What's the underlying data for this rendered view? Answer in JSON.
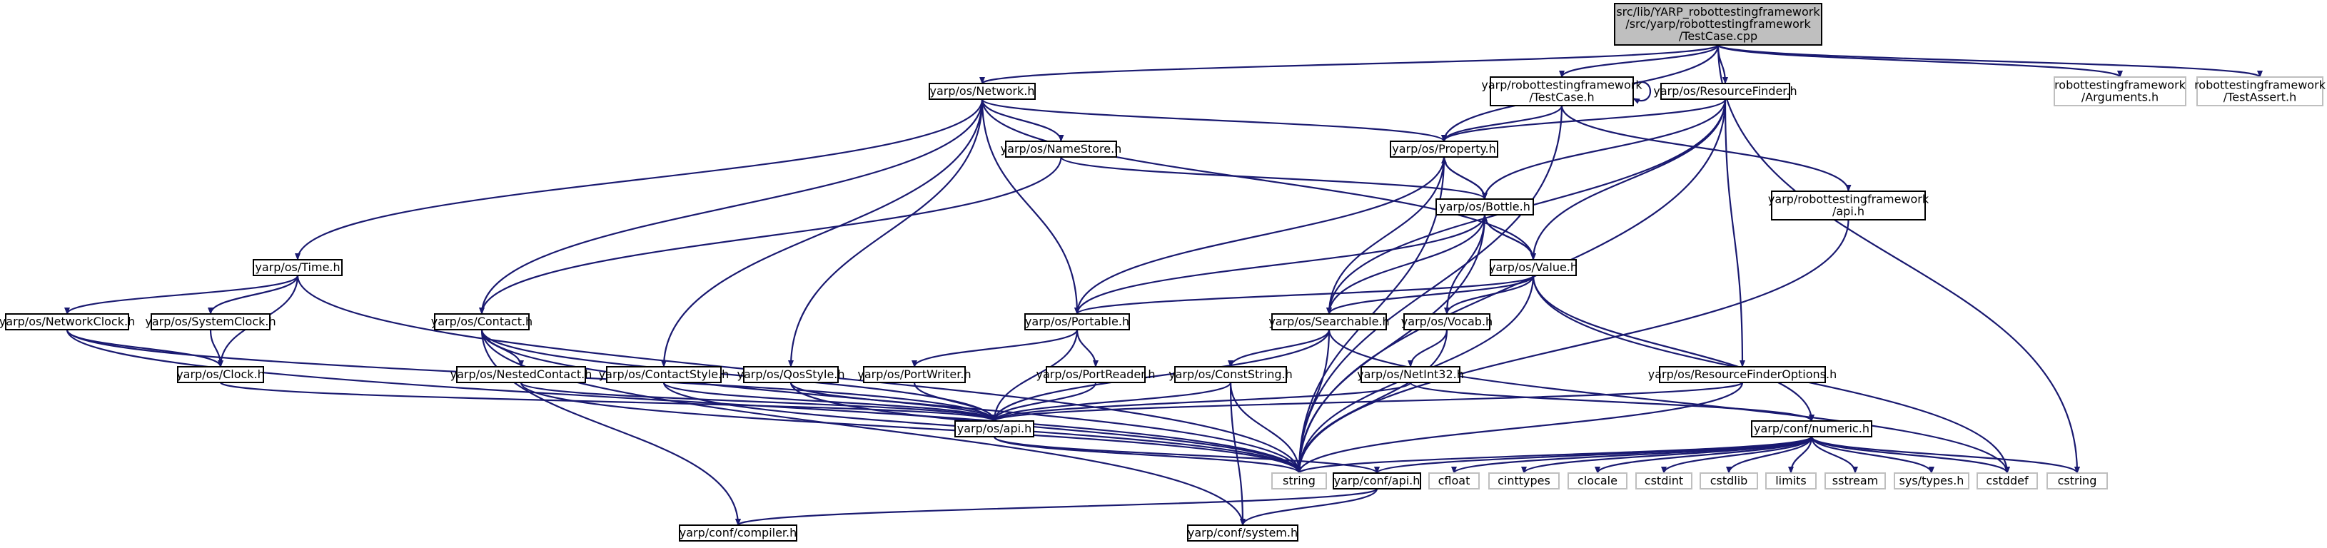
{
  "colors": {
    "edge": "#191970",
    "node_fill": "#ffffff",
    "node_border": "#000000",
    "external_border": "#bfbfbf",
    "root_fill": "#bfbfbf",
    "external_text": "#404040"
  },
  "nodes": [
    {
      "id": "root",
      "lines": [
        "src/lib/YARP_robottestingframework",
        "/src/yarp/robottestingframework",
        "/TestCase.cpp"
      ],
      "kind": "root"
    },
    {
      "id": "network",
      "lines": [
        "yarp/os/Network.h"
      ],
      "kind": "normal"
    },
    {
      "id": "rtf_testcase",
      "lines": [
        "yarp/robottestingframework",
        "/TestCase.h"
      ],
      "kind": "normal"
    },
    {
      "id": "resfinder",
      "lines": [
        "yarp/os/ResourceFinder.h"
      ],
      "kind": "normal"
    },
    {
      "id": "rtf_arguments",
      "lines": [
        "robottestingframework",
        "/Arguments.h"
      ],
      "kind": "external"
    },
    {
      "id": "rtf_testassert",
      "lines": [
        "robottestingframework",
        "/TestAssert.h"
      ],
      "kind": "external"
    },
    {
      "id": "namestore",
      "lines": [
        "yarp/os/NameStore.h"
      ],
      "kind": "normal"
    },
    {
      "id": "property",
      "lines": [
        "yarp/os/Property.h"
      ],
      "kind": "normal"
    },
    {
      "id": "bottle",
      "lines": [
        "yarp/os/Bottle.h"
      ],
      "kind": "normal"
    },
    {
      "id": "rtf_api",
      "lines": [
        "yarp/robottestingframework",
        "/api.h"
      ],
      "kind": "normal"
    },
    {
      "id": "time",
      "lines": [
        "yarp/os/Time.h"
      ],
      "kind": "normal"
    },
    {
      "id": "value",
      "lines": [
        "yarp/os/Value.h"
      ],
      "kind": "normal"
    },
    {
      "id": "networkclock",
      "lines": [
        "yarp/os/NetworkClock.h"
      ],
      "kind": "normal"
    },
    {
      "id": "systemclock",
      "lines": [
        "yarp/os/SystemClock.h"
      ],
      "kind": "normal"
    },
    {
      "id": "contact",
      "lines": [
        "yarp/os/Contact.h"
      ],
      "kind": "normal"
    },
    {
      "id": "portable",
      "lines": [
        "yarp/os/Portable.h"
      ],
      "kind": "normal"
    },
    {
      "id": "searchable",
      "lines": [
        "yarp/os/Searchable.h"
      ],
      "kind": "normal"
    },
    {
      "id": "vocab",
      "lines": [
        "yarp/os/Vocab.h"
      ],
      "kind": "normal"
    },
    {
      "id": "clock",
      "lines": [
        "yarp/os/Clock.h"
      ],
      "kind": "normal"
    },
    {
      "id": "nestedcontact",
      "lines": [
        "yarp/os/NestedContact.h"
      ],
      "kind": "normal"
    },
    {
      "id": "contactstyle",
      "lines": [
        "yarp/os/ContactStyle.h"
      ],
      "kind": "normal"
    },
    {
      "id": "qosstyle",
      "lines": [
        "yarp/os/QosStyle.h"
      ],
      "kind": "normal"
    },
    {
      "id": "portwriter",
      "lines": [
        "yarp/os/PortWriter.h"
      ],
      "kind": "normal"
    },
    {
      "id": "portreader",
      "lines": [
        "yarp/os/PortReader.h"
      ],
      "kind": "normal"
    },
    {
      "id": "conststring",
      "lines": [
        "yarp/os/ConstString.h"
      ],
      "kind": "normal"
    },
    {
      "id": "netint32",
      "lines": [
        "yarp/os/NetInt32.h"
      ],
      "kind": "normal"
    },
    {
      "id": "resfinderopts",
      "lines": [
        "yarp/os/ResourceFinderOptions.h"
      ],
      "kind": "normal"
    },
    {
      "id": "os_api",
      "lines": [
        "yarp/os/api.h"
      ],
      "kind": "normal"
    },
    {
      "id": "numeric",
      "lines": [
        "yarp/conf/numeric.h"
      ],
      "kind": "normal"
    },
    {
      "id": "string",
      "lines": [
        "string"
      ],
      "kind": "external"
    },
    {
      "id": "conf_api",
      "lines": [
        "yarp/conf/api.h"
      ],
      "kind": "normal"
    },
    {
      "id": "cfloat",
      "lines": [
        "cfloat"
      ],
      "kind": "external"
    },
    {
      "id": "cinttypes",
      "lines": [
        "cinttypes"
      ],
      "kind": "external"
    },
    {
      "id": "clocale",
      "lines": [
        "clocale"
      ],
      "kind": "external"
    },
    {
      "id": "cstdint",
      "lines": [
        "cstdint"
      ],
      "kind": "external"
    },
    {
      "id": "cstdlib",
      "lines": [
        "cstdlib"
      ],
      "kind": "external"
    },
    {
      "id": "limits",
      "lines": [
        "limits"
      ],
      "kind": "external"
    },
    {
      "id": "sstream",
      "lines": [
        "sstream"
      ],
      "kind": "external"
    },
    {
      "id": "systypes",
      "lines": [
        "sys/types.h"
      ],
      "kind": "external"
    },
    {
      "id": "cstddef",
      "lines": [
        "cstddef"
      ],
      "kind": "external"
    },
    {
      "id": "cstring",
      "lines": [
        "cstring"
      ],
      "kind": "external"
    },
    {
      "id": "compiler",
      "lines": [
        "yarp/conf/compiler.h"
      ],
      "kind": "normal"
    },
    {
      "id": "system",
      "lines": [
        "yarp/conf/system.h"
      ],
      "kind": "normal"
    }
  ],
  "edges": [
    [
      "root",
      "network"
    ],
    [
      "root",
      "rtf_testcase"
    ],
    [
      "root",
      "resfinder"
    ],
    [
      "root",
      "property"
    ],
    [
      "root",
      "rtf_arguments"
    ],
    [
      "root",
      "rtf_testassert"
    ],
    [
      "root",
      "cstring"
    ],
    [
      "rtf_testcase",
      "rtf_testcase"
    ],
    [
      "rtf_testcase",
      "property"
    ],
    [
      "rtf_testcase",
      "rtf_api"
    ],
    [
      "rtf_testcase",
      "string"
    ],
    [
      "network",
      "namestore"
    ],
    [
      "network",
      "property"
    ],
    [
      "network",
      "time"
    ],
    [
      "network",
      "contact"
    ],
    [
      "network",
      "portable"
    ],
    [
      "network",
      "value"
    ],
    [
      "network",
      "contactstyle"
    ],
    [
      "network",
      "qosstyle"
    ],
    [
      "resfinder",
      "property"
    ],
    [
      "resfinder",
      "bottle"
    ],
    [
      "resfinder",
      "value"
    ],
    [
      "resfinder",
      "searchable"
    ],
    [
      "resfinder",
      "resfinderopts"
    ],
    [
      "resfinder",
      "string"
    ],
    [
      "namestore",
      "bottle"
    ],
    [
      "namestore",
      "contact"
    ],
    [
      "property",
      "bottle"
    ],
    [
      "property",
      "portable"
    ],
    [
      "property",
      "searchable"
    ],
    [
      "property",
      "string"
    ],
    [
      "bottle",
      "property"
    ],
    [
      "bottle",
      "value"
    ],
    [
      "bottle",
      "portable"
    ],
    [
      "bottle",
      "searchable"
    ],
    [
      "bottle",
      "vocab"
    ],
    [
      "bottle",
      "string"
    ],
    [
      "value",
      "bottle"
    ],
    [
      "value",
      "portable"
    ],
    [
      "value",
      "searchable"
    ],
    [
      "value",
      "vocab"
    ],
    [
      "value",
      "string"
    ],
    [
      "value",
      "cstddef"
    ],
    [
      "value",
      "numeric"
    ],
    [
      "rtf_api",
      "string"
    ],
    [
      "time",
      "networkclock"
    ],
    [
      "time",
      "systemclock"
    ],
    [
      "time",
      "clock"
    ],
    [
      "time",
      "string"
    ],
    [
      "networkclock",
      "clock"
    ],
    [
      "networkclock",
      "os_api"
    ],
    [
      "networkclock",
      "string"
    ],
    [
      "systemclock",
      "clock"
    ],
    [
      "clock",
      "os_api"
    ],
    [
      "contact",
      "nestedcontact"
    ],
    [
      "contact",
      "os_api"
    ],
    [
      "contact",
      "string"
    ],
    [
      "contact",
      "compiler"
    ],
    [
      "contact",
      "system"
    ],
    [
      "nestedcontact",
      "os_api"
    ],
    [
      "nestedcontact",
      "string"
    ],
    [
      "contactstyle",
      "os_api"
    ],
    [
      "contactstyle",
      "string"
    ],
    [
      "qosstyle",
      "os_api"
    ],
    [
      "qosstyle",
      "string"
    ],
    [
      "portable",
      "portwriter"
    ],
    [
      "portable",
      "portreader"
    ],
    [
      "portable",
      "os_api"
    ],
    [
      "portwriter",
      "os_api"
    ],
    [
      "portreader",
      "os_api"
    ],
    [
      "searchable",
      "conststring"
    ],
    [
      "searchable",
      "os_api"
    ],
    [
      "searchable",
      "string"
    ],
    [
      "searchable",
      "cstddef"
    ],
    [
      "vocab",
      "netint32"
    ],
    [
      "vocab",
      "string"
    ],
    [
      "conststring",
      "os_api"
    ],
    [
      "conststring",
      "string"
    ],
    [
      "conststring",
      "system"
    ],
    [
      "netint32",
      "os_api"
    ],
    [
      "netint32",
      "numeric"
    ],
    [
      "resfinderopts",
      "os_api"
    ],
    [
      "resfinderopts",
      "string"
    ],
    [
      "os_api",
      "conf_api"
    ],
    [
      "os_api",
      "string"
    ],
    [
      "numeric",
      "string"
    ],
    [
      "numeric",
      "conf_api"
    ],
    [
      "numeric",
      "cfloat"
    ],
    [
      "numeric",
      "cinttypes"
    ],
    [
      "numeric",
      "clocale"
    ],
    [
      "numeric",
      "cstdint"
    ],
    [
      "numeric",
      "cstdlib"
    ],
    [
      "numeric",
      "limits"
    ],
    [
      "numeric",
      "sstream"
    ],
    [
      "numeric",
      "systypes"
    ],
    [
      "numeric",
      "cstddef"
    ],
    [
      "numeric",
      "cstring"
    ],
    [
      "conf_api",
      "compiler"
    ],
    [
      "conf_api",
      "system"
    ]
  ]
}
